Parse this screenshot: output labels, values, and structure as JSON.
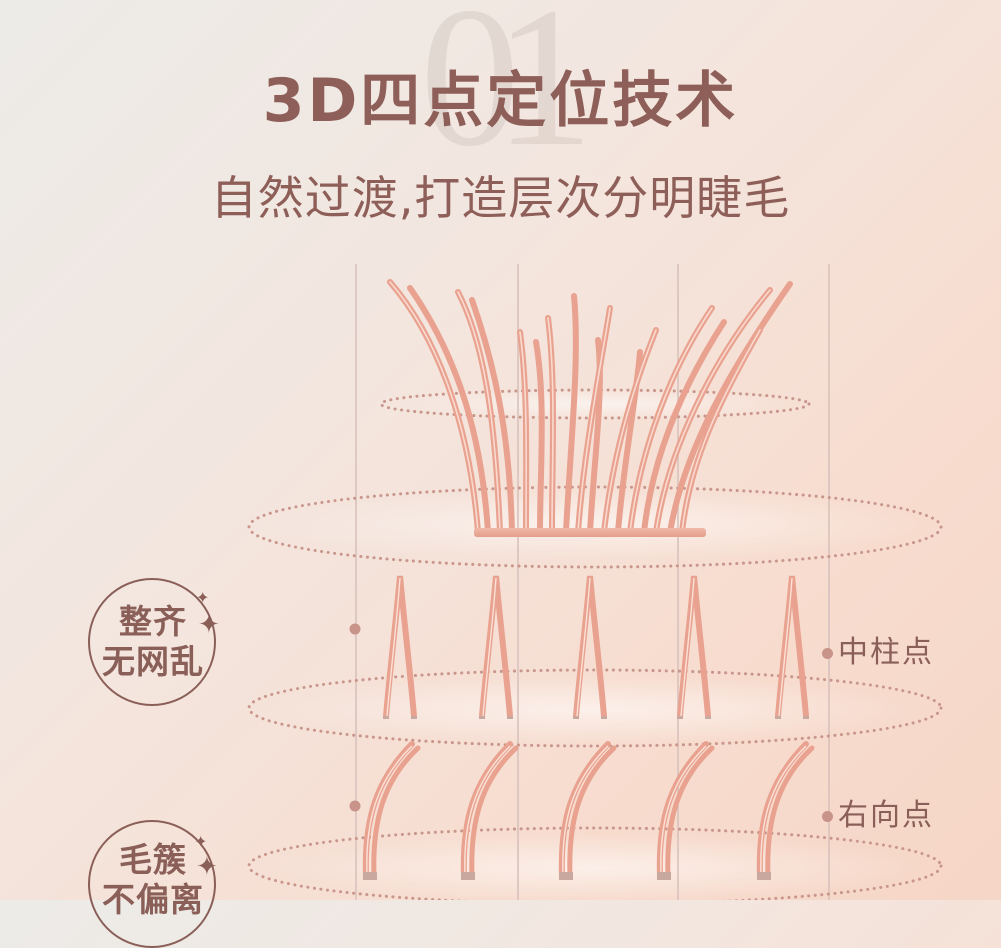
{
  "header": {
    "watermark_number": "01",
    "title": "3D四点定位技术",
    "subtitle": "自然过渡,打造层次分明睫毛"
  },
  "badges": [
    {
      "line1": "整齐",
      "line2": "无网乱"
    },
    {
      "line1": "毛簇",
      "line2": "不偏离"
    }
  ],
  "labels": {
    "middle_point": "中柱点",
    "right_point": "右向点"
  },
  "colors": {
    "text": "#8e5f58",
    "lash": "#e9a28f",
    "lash_highlight": "#fbe1d8",
    "guide_line": "#d8c2bc",
    "dotted_ring": "#c9968c"
  }
}
